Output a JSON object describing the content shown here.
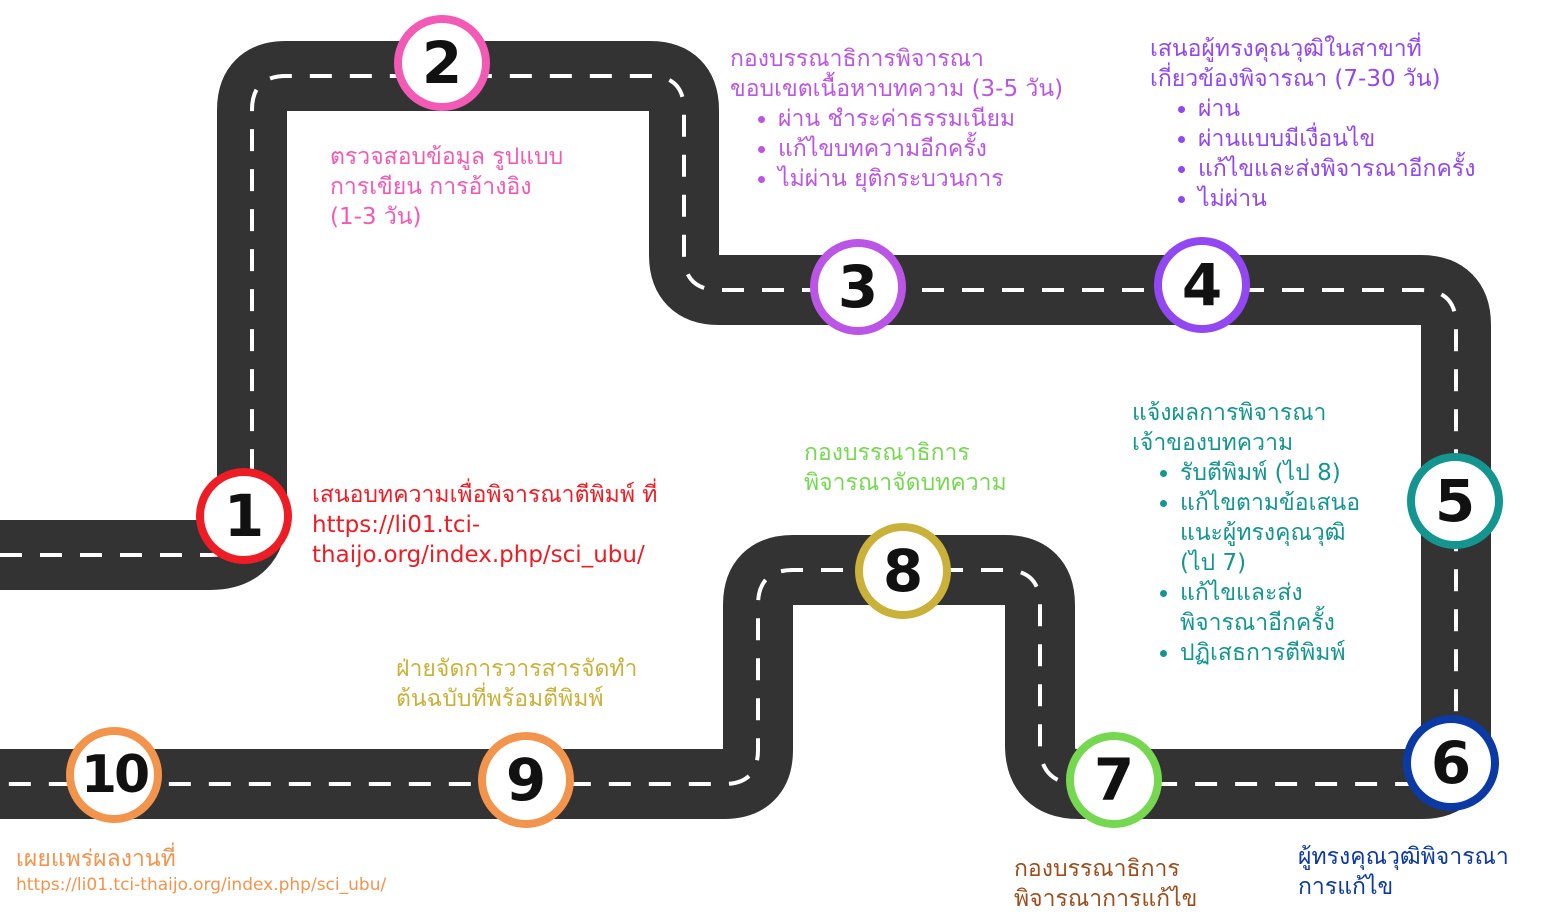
{
  "colors": {
    "road": "#333333",
    "lane_marking": "#ffffff",
    "step_1": "#ee1c24",
    "step_2": "#f25ab5",
    "step_3": "#bb55e6",
    "step_4": "#9148f3",
    "step_5": "#15958f",
    "step_6": "#0b3aa4",
    "step_7": "#76d851",
    "step_8": "#c9b13a",
    "step_9": "#f3944d",
    "step_10": "#f3944d",
    "label_7": "#9c4e1c"
  },
  "milestones": [
    "1",
    "2",
    "3",
    "4",
    "5",
    "6",
    "7",
    "8",
    "9",
    "10"
  ],
  "steps": {
    "s1": {
      "line1": "เสนอบทความเพื่อพิจารณาตีพิมพ์ ที่",
      "line2": "https://li01.tci-",
      "line3": "thaijo.org/index.php/sci_ubu/"
    },
    "s2": {
      "line1": "ตรวจสอบข้อมูล รูปแบบ",
      "line2": "การเขียน การอ้างอิง",
      "line3": "(1-3 วัน)"
    },
    "s3": {
      "line1": "กองบรรณาธิการพิจารณา",
      "line2": "ขอบเขตเนื้อหาบทความ (3-5 วัน)",
      "bullets": [
        "ผ่าน ชำระค่าธรรมเนียม",
        "แก้ไขบทความอีกครั้ง",
        "ไม่ผ่าน ยุติกระบวนการ"
      ]
    },
    "s4": {
      "line1": "เสนอผู้ทรงคุณวุฒิในสาขาที่",
      "line2": "เกี่ยวข้องพิจารณา (7-30 วัน)",
      "bullets": [
        "ผ่าน",
        "ผ่านแบบมีเงื่อนไข",
        "แก้ไขและส่งพิจารณาอีกครั้ง",
        "ไม่ผ่าน"
      ]
    },
    "s5": {
      "line1": "แจ้งผลการพิจารณา",
      "line2": "เจ้าของบทความ",
      "b1": "รับตีพิมพ์ (ไป 8)",
      "b2a": "แก้ไขตามข้อเสนอ",
      "b2b": "แนะผู้ทรงคุณวุฒิ",
      "b2c": "(ไป 7)",
      "b3a": "แก้ไขและส่ง",
      "b3b": "พิจารณาอีกครั้ง",
      "b4": "ปฏิเสธการตีพิมพ์"
    },
    "s6": {
      "line1": "ผู้ทรงคุณวุฒิพิจารณา",
      "line2": "การแก้ไข"
    },
    "s7": {
      "line1": "กองบรรณาธิการ",
      "line2": "พิจารณาการแก้ไข"
    },
    "s8": {
      "line1": "กองบรรณาธิการ",
      "line2": "พิจารณาจัดบทความ"
    },
    "s9": {
      "line1": "ฝ่ายจัดการวารสารจัดทำ",
      "line2": "ต้นฉบับที่พร้อมตีพิมพ์"
    },
    "s10": {
      "line1": "เผยแพร่ผลงานที่",
      "line2": "https://li01.tci-thaijo.org/index.php/sci_ubu/"
    }
  }
}
